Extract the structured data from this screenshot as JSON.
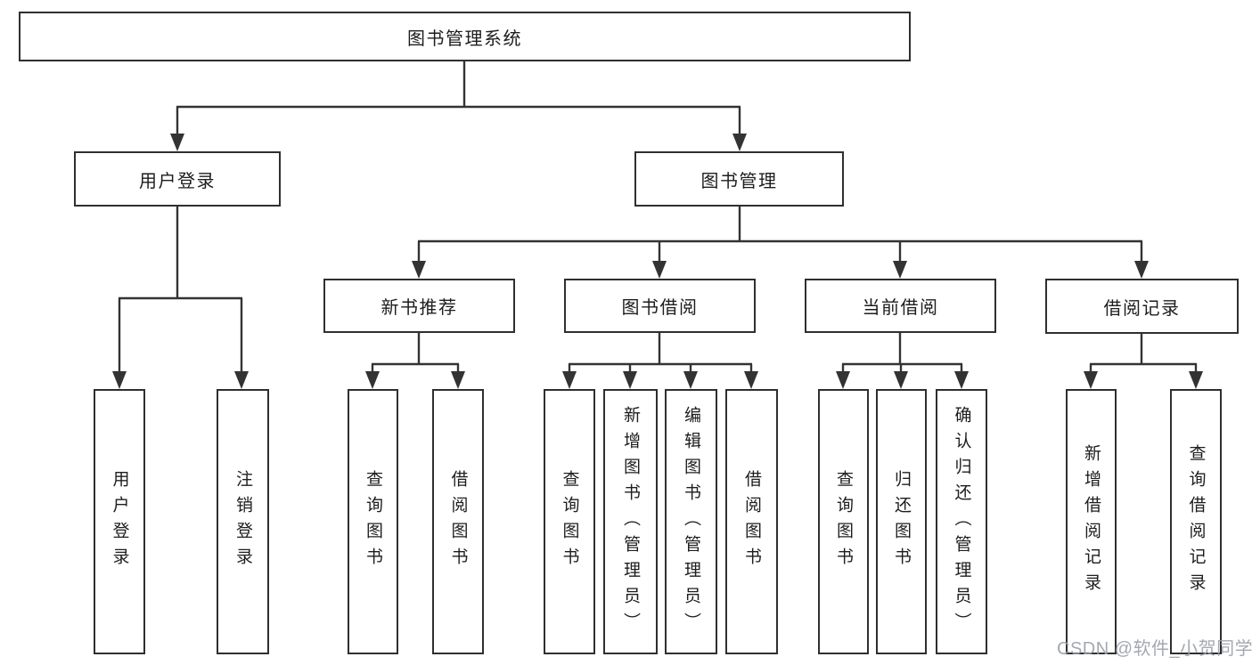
{
  "colors": {
    "line": "#333333",
    "border": "#2f2f2f",
    "text": "#1d1d1d",
    "watermark": "#9da1aa",
    "background": "#ffffff"
  },
  "diagram": {
    "root": {
      "label": "图书管理系统"
    },
    "level2": [
      {
        "label": "用户登录"
      },
      {
        "label": "图书管理"
      }
    ],
    "level3": [
      {
        "label": "新书推荐"
      },
      {
        "label": "图书借阅"
      },
      {
        "label": "当前借阅"
      },
      {
        "label": "借阅记录"
      }
    ],
    "leaves": [
      {
        "label": "用户登录"
      },
      {
        "label": "注销登录"
      },
      {
        "label": "查询图书"
      },
      {
        "label": "借阅图书"
      },
      {
        "label": "查询图书"
      },
      {
        "label": "新增图书（管理员）"
      },
      {
        "label": "编辑图书（管理员）"
      },
      {
        "label": "借阅图书"
      },
      {
        "label": "查询图书"
      },
      {
        "label": "归还图书"
      },
      {
        "label": "确认归还（管理员）"
      },
      {
        "label": "新增借阅记录"
      },
      {
        "label": "查询借阅记录"
      }
    ]
  },
  "watermark": {
    "text": "CSDN @软件_小贺同学"
  }
}
